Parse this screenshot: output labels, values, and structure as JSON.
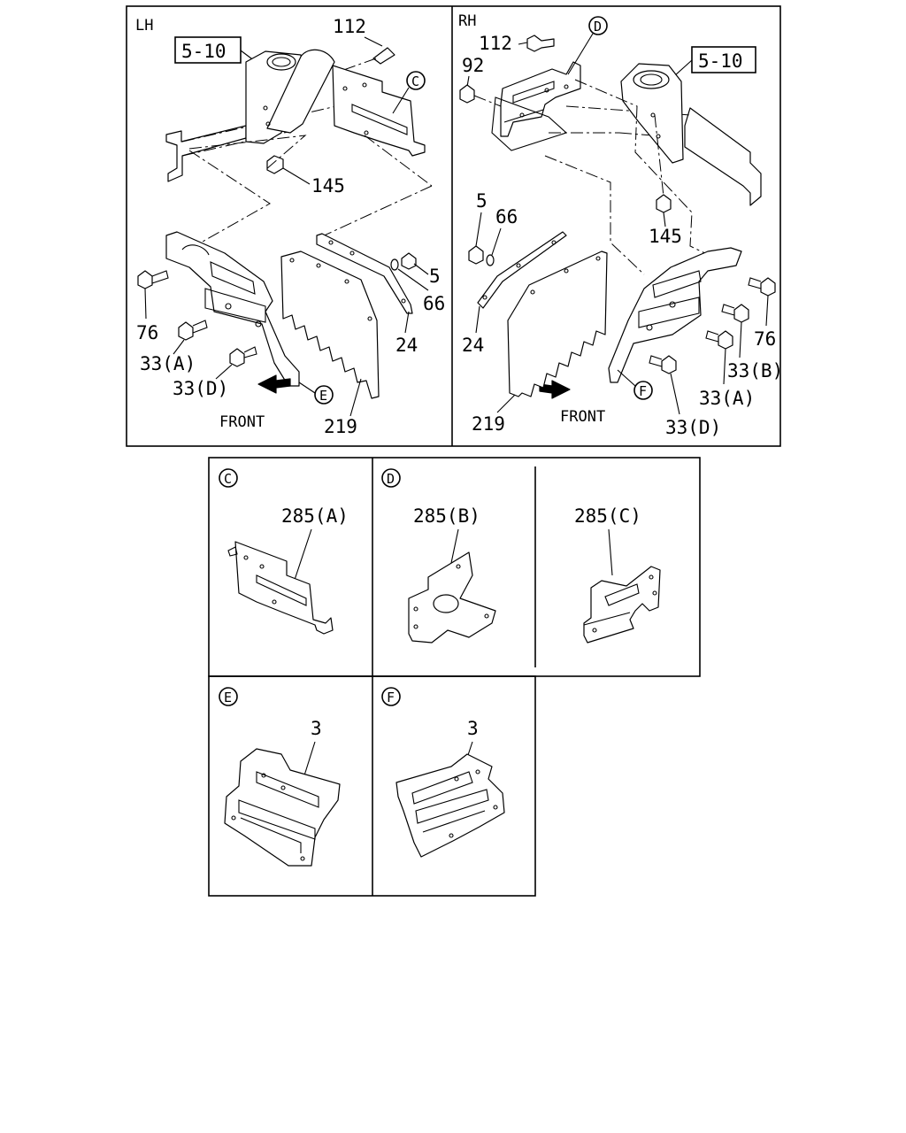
{
  "panels": {
    "lh": {
      "header": "LH",
      "ref_box": "5-10",
      "labels": {
        "p112": "112",
        "p145": "145",
        "p5": "5",
        "p66": "66",
        "p24": "24",
        "p76": "76",
        "p33a": "33(A)",
        "p33d": "33(D)",
        "p219": "219"
      },
      "front": "FRONT",
      "callouts": {
        "c": "C",
        "e": "E"
      }
    },
    "rh": {
      "header": "RH",
      "ref_box": "5-10",
      "labels": {
        "p112": "112",
        "p92": "92",
        "p145": "145",
        "p5": "5",
        "p66": "66",
        "p24": "24",
        "p76": "76",
        "p33b": "33(B)",
        "p33a": "33(A)",
        "p33d": "33(D)",
        "p219": "219"
      },
      "front": "FRONT",
      "callouts": {
        "d": "D",
        "f": "F"
      }
    }
  },
  "details": {
    "c": {
      "callout": "C",
      "part": "285(A)"
    },
    "d": {
      "callout": "D",
      "part": "285(B)"
    },
    "dc": {
      "part": "285(C)"
    },
    "e": {
      "callout": "E",
      "part": "3"
    },
    "f": {
      "callout": "F",
      "part": "3"
    }
  }
}
